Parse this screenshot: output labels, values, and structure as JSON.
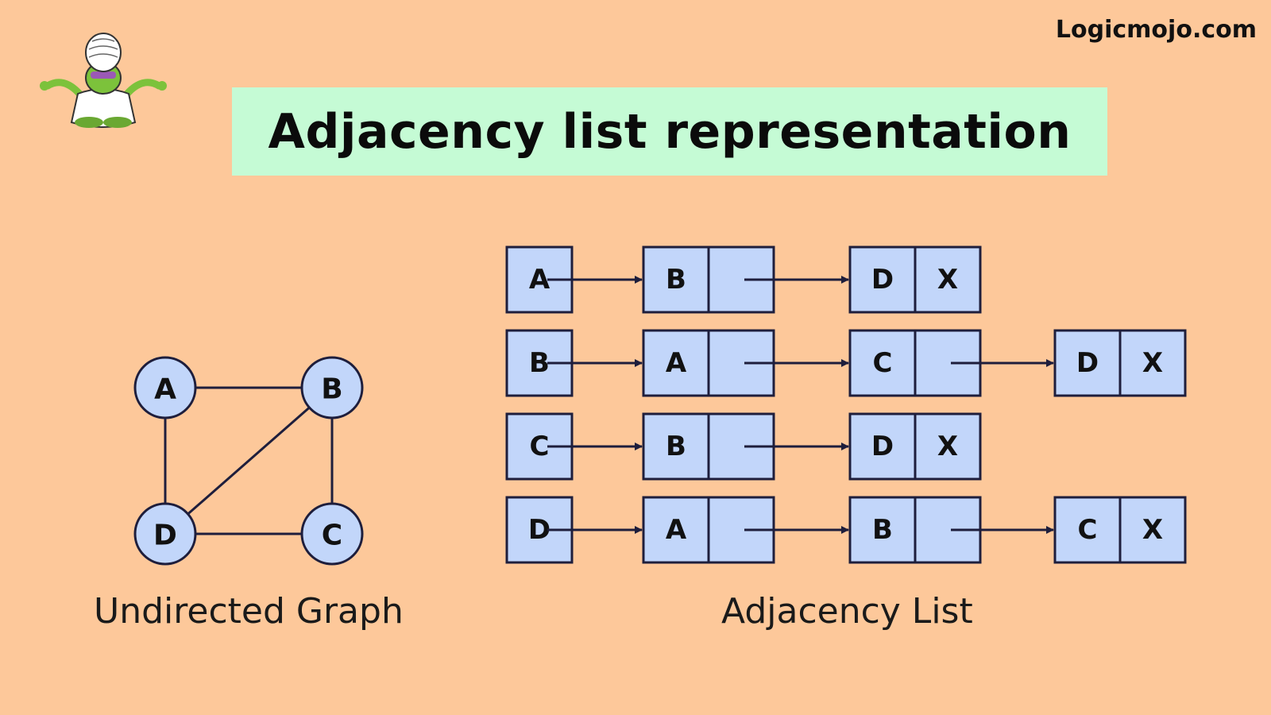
{
  "brand": "Logicmojo.com",
  "title": "Adjacency list representation",
  "colors": {
    "background": "#fdc89a",
    "title_bg": "#c5fbd5",
    "node_fill": "#c2d6fa",
    "stroke": "#1e1e3c"
  },
  "graph": {
    "caption": "Undirected Graph",
    "nodes": [
      "A",
      "B",
      "C",
      "D"
    ],
    "edges": [
      [
        "A",
        "B"
      ],
      [
        "A",
        "D"
      ],
      [
        "B",
        "D"
      ],
      [
        "B",
        "C"
      ],
      [
        "D",
        "C"
      ]
    ]
  },
  "adjacency_list": {
    "caption": "Adjacency List",
    "end_marker": "X",
    "rows": [
      {
        "head": "A",
        "neighbors": [
          "B",
          "D"
        ]
      },
      {
        "head": "B",
        "neighbors": [
          "A",
          "C",
          "D"
        ]
      },
      {
        "head": "C",
        "neighbors": [
          "B",
          "D"
        ]
      },
      {
        "head": "D",
        "neighbors": [
          "A",
          "B",
          "C"
        ]
      }
    ]
  },
  "mascot_icon": "monkey-mascot-icon"
}
